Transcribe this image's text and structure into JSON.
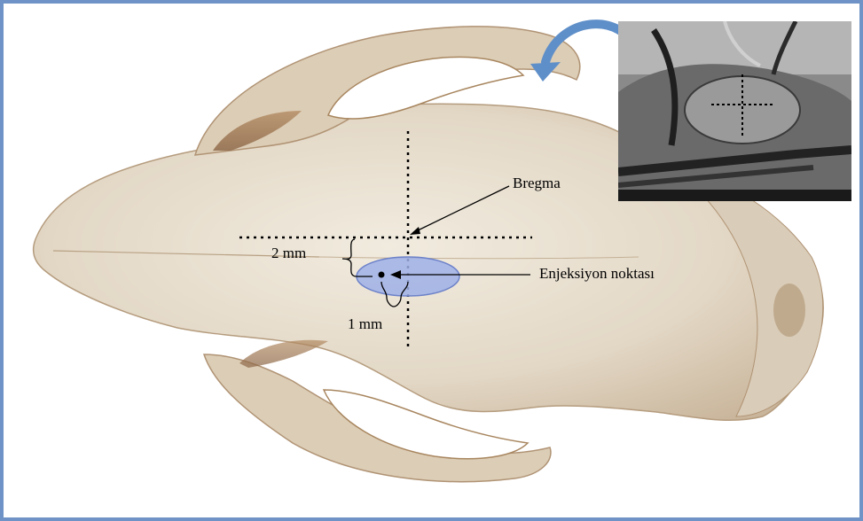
{
  "labels": {
    "bregma": "Bregma",
    "injection_point": "Enjeksiyon noktası",
    "distance_2mm": "2 mm",
    "distance_1mm": "1 mm"
  },
  "colors": {
    "frame": "#6f93c6",
    "ellipse_fill": "#9fb0e8",
    "ellipse_stroke": "#6d82c9",
    "arrow_blue": "#5f8fc9",
    "bone": "#e9e0d0"
  },
  "icons": {
    "rotate_arrow": "curved-arrow-icon"
  }
}
